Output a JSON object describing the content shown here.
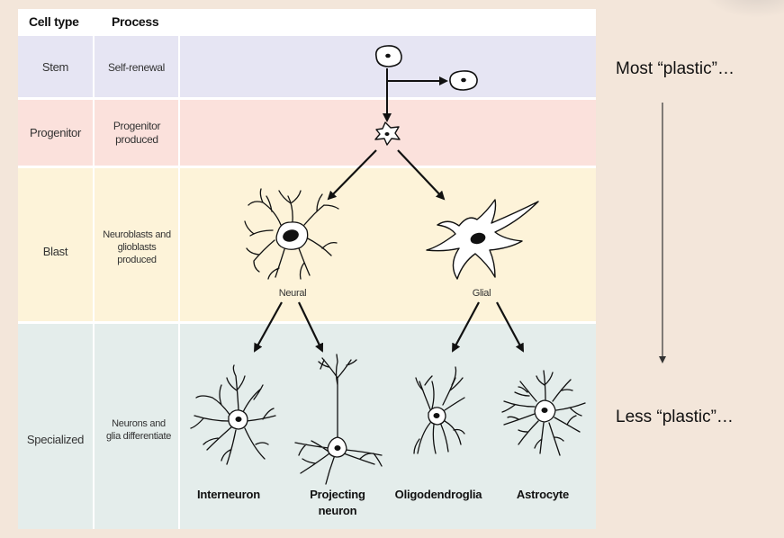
{
  "table": {
    "header_cell_type": "Cell type",
    "header_process": "Process",
    "rows": [
      {
        "cell_type": "Stem",
        "process": "Self-renewal",
        "color": "#e6e5f3"
      },
      {
        "cell_type": "Progenitor",
        "process": "Progenitor produced",
        "color": "#fbe1dc"
      },
      {
        "cell_type": "Blast",
        "process": "Neuroblasts and glioblasts produced",
        "color": "#fdf3d9"
      },
      {
        "cell_type": "Specialized",
        "process": "Neurons and glia differentiate",
        "color": "#e4edeb"
      }
    ]
  },
  "diagram": {
    "neural_label": "Neural",
    "glial_label": "Glial",
    "specialized": [
      "Interneuron",
      "Projecting neuron",
      "Oligodendroglia",
      "Astrocyte"
    ]
  },
  "side": {
    "top": "Most “plastic”…",
    "bottom": "Less “plastic”…"
  }
}
